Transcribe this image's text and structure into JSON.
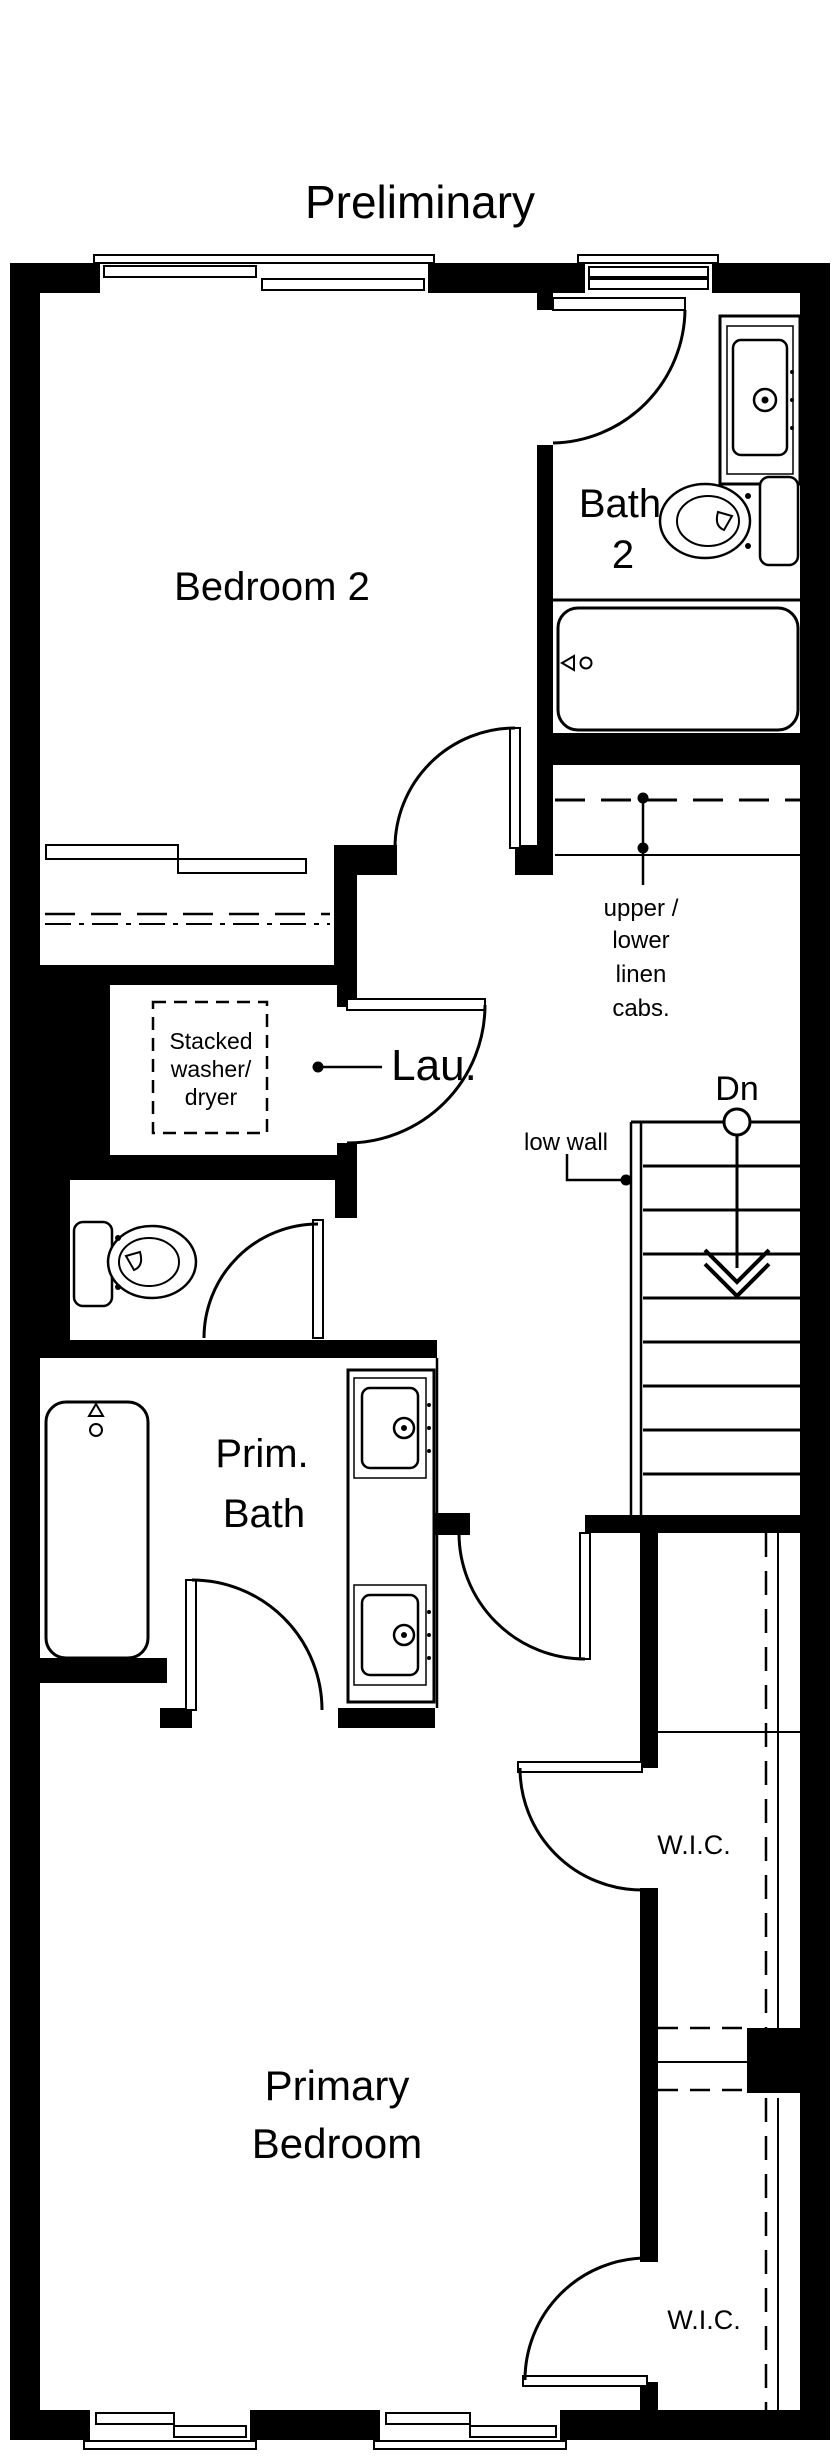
{
  "title": "Preliminary",
  "rooms": {
    "bedroom2": "Bedroom 2",
    "bath2_line1": "Bath",
    "bath2_line2": "2",
    "laundry": "Lau.",
    "prim_bath_line1": "Prim.",
    "prim_bath_line2": "Bath",
    "primary_line1": "Primary",
    "primary_line2": "Bedroom",
    "wic_upper": "W.I.C.",
    "wic_lower": "W.I.C."
  },
  "annotations": {
    "linen_line1": "upper /",
    "linen_line2": "lower",
    "linen_line3": "linen",
    "linen_line4": "cabs.",
    "washer_line1": "Stacked",
    "washer_line2": "washer/",
    "washer_line3": "dryer",
    "low_wall": "low wall",
    "stairs_down": "Dn"
  },
  "colors": {
    "wall": "#000000",
    "background": "#ffffff",
    "text": "#000000"
  }
}
